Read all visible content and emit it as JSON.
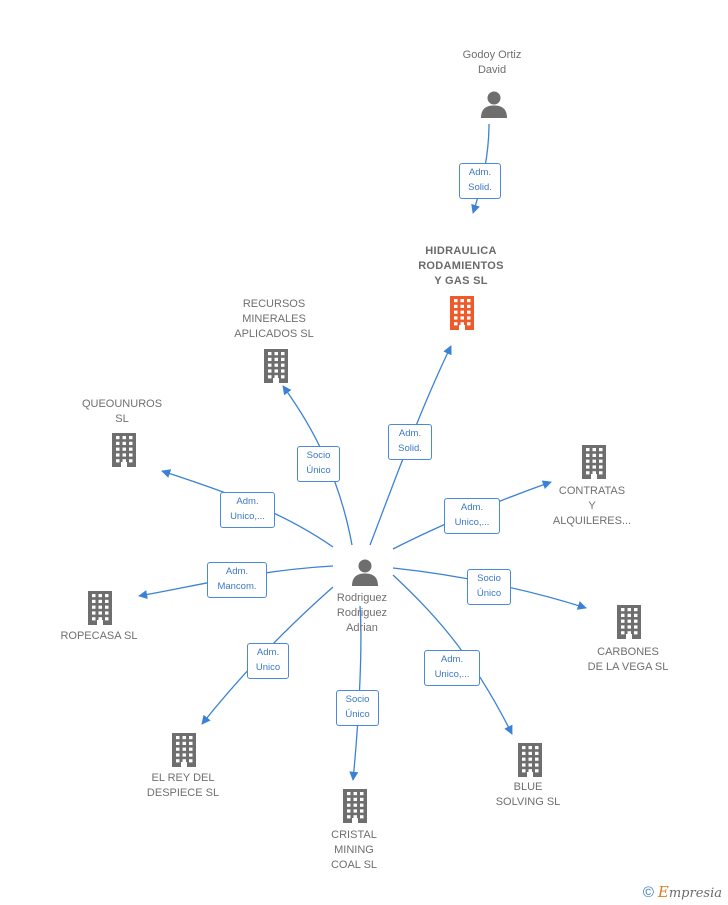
{
  "colors": {
    "edge": "#3b82d6",
    "node": "#6e6e6e",
    "focus_node": "#ef5a2a",
    "edge_label_border": "#4a89d8"
  },
  "persons": [
    {
      "id": "godoy",
      "name": "Godoy Ortiz\nDavid",
      "icon": "person-icon"
    },
    {
      "id": "rodriguez",
      "name": "Rodriguez\nRodriguez\nAdrian",
      "icon": "person-icon"
    }
  ],
  "companies": [
    {
      "id": "hidraulica",
      "name": "HIDRAULICA\nRODAMIENTOS\nY GAS  SL",
      "icon": "building-icon",
      "focus": true
    },
    {
      "id": "recursos",
      "name": "RECURSOS\nMINERALES\nAPLICADOS  SL",
      "icon": "building-icon"
    },
    {
      "id": "queounuros",
      "name": "QUEOUNUROS\nSL",
      "icon": "building-icon"
    },
    {
      "id": "contratas",
      "name": "CONTRATAS\nY\nALQUILERES...",
      "icon": "building-icon"
    },
    {
      "id": "ropecasa",
      "name": "ROPECASA SL",
      "icon": "building-icon"
    },
    {
      "id": "carbones",
      "name": "CARBONES\nDE LA VEGA SL",
      "icon": "building-icon"
    },
    {
      "id": "elrey",
      "name": "EL REY DEL\nDESPIECE  SL",
      "icon": "building-icon"
    },
    {
      "id": "blue",
      "name": "BLUE\nSOLVING  SL",
      "icon": "building-icon"
    },
    {
      "id": "cristal",
      "name": "CRISTAL\nMINING\nCOAL  SL",
      "icon": "building-icon"
    }
  ],
  "edges": [
    {
      "from": "godoy",
      "to": "hidraulica",
      "label": "Adm.\nSolid."
    },
    {
      "from": "rodriguez",
      "to": "hidraulica",
      "label": "Adm.\nSolid."
    },
    {
      "from": "rodriguez",
      "to": "recursos",
      "label": "Socio\nÚnico"
    },
    {
      "from": "rodriguez",
      "to": "queounuros",
      "label": "Adm.\nUnico,..."
    },
    {
      "from": "rodriguez",
      "to": "contratas",
      "label": "Adm.\nUnico,..."
    },
    {
      "from": "rodriguez",
      "to": "ropecasa",
      "label": "Adm.\nMancom."
    },
    {
      "from": "rodriguez",
      "to": "carbones",
      "label": "Socio\nÚnico"
    },
    {
      "from": "rodriguez",
      "to": "elrey",
      "label": "Adm.\nUnico"
    },
    {
      "from": "rodriguez",
      "to": "blue",
      "label": "Adm.\nUnico,..."
    },
    {
      "from": "rodriguez",
      "to": "cristal",
      "label": "Socio\nÚnico"
    }
  ],
  "footer": {
    "copyright_symbol": "©",
    "brand_initial": "E",
    "brand_rest": "mpresia"
  }
}
